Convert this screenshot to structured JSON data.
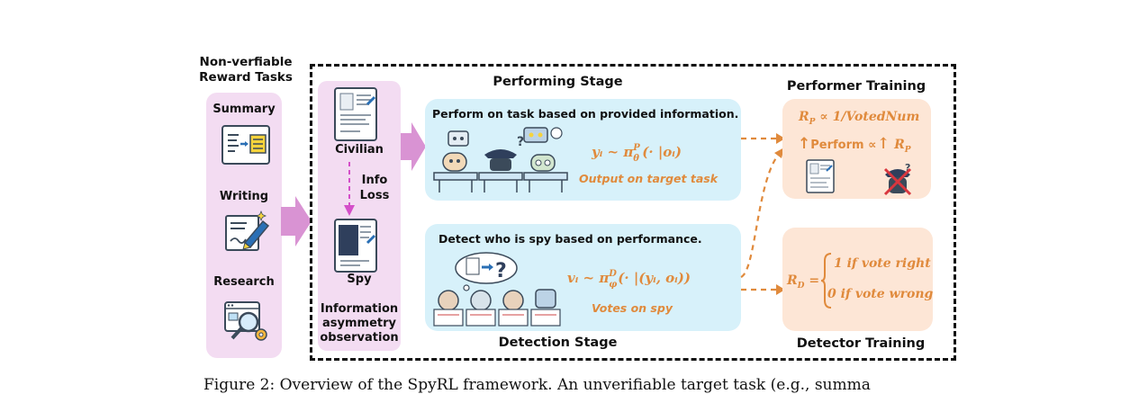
{
  "left": {
    "title_line1": "Non-verfiable",
    "title_line2": "Reward Tasks",
    "tasks": [
      "Summary",
      "Writing",
      "Research"
    ]
  },
  "asymmetry": {
    "civilian": "Civilian",
    "info_loss_line1": "Info",
    "info_loss_line2": "Loss",
    "spy": "Spy",
    "caption_line1": "Information",
    "caption_line2": "asymmetry",
    "caption_line3": "observation"
  },
  "performing": {
    "title": "Performing Stage",
    "instruction": "Perform on task based on provided information.",
    "formula": "yᵢ ~ π",
    "formula_sup": "P",
    "formula_sub": "θ",
    "formula_tail": "(· |oᵢ)",
    "subtitle": "Output on target task"
  },
  "detection": {
    "title": "Detection Stage",
    "instruction": "Detect who is spy based on performance.",
    "formula": "vᵢ ~ π",
    "formula_sup": "D",
    "formula_sub": "φ",
    "formula_tail": "(· |(yᵢ, oᵢ))",
    "subtitle": "Votes on spy"
  },
  "performer_training": {
    "title": "Performer Training",
    "reward_formula": "R",
    "reward_sub": "P",
    "reward_tail": " ∝ 1/VotedNum",
    "perform_label": "Perform ∝",
    "rp_label": "R",
    "rp_sub": "P"
  },
  "detector_training": {
    "title": "Detector Training",
    "reward": "R",
    "reward_sub": "D",
    "eq": " =",
    "case1": "1 if vote right",
    "case2": "0 if vote wrong"
  },
  "caption": "Figure 2: Overview of the SpyRL framework. An unverifiable target task (e.g., summa",
  "colors": {
    "pink_panel": "#f3dcf2",
    "pink_arrow": "#d993d3",
    "blue_panel": "#d7f1fa",
    "peach_panel": "#fde6d6",
    "orange": "#e08a3c",
    "magenta_dash": "#d44fc9"
  }
}
